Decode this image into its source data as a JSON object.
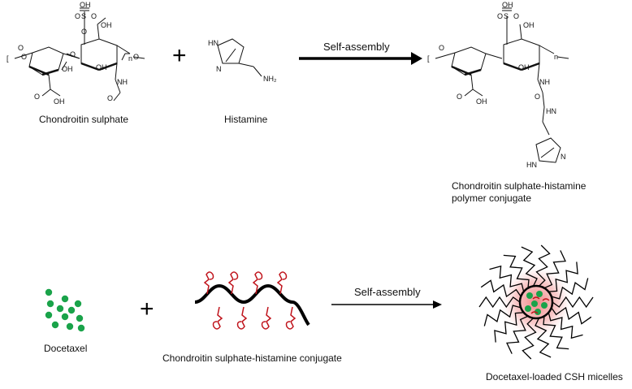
{
  "reaction1": {
    "reactant1_label": "Chondroitin sulphate",
    "reactant2_label": "Histamine",
    "arrow_label": "Self-assembly",
    "product_label": "Chondroitin sulphate-histamine polymer conjugate"
  },
  "reaction2": {
    "reactant1_label": "Docetaxel",
    "reactant2_label": "Chondroitin sulphate-histamine conjugate",
    "arrow_label": "Self-assembly",
    "product_label": "Docetaxel-loaded CSH micelles"
  },
  "plus_sign": "+",
  "atoms": {
    "oh": "OH",
    "o": "O",
    "s": "S",
    "nh": "NH",
    "hn": "HN",
    "n": "N",
    "nh2": "NH₂",
    "h": "H",
    "bracket": "[",
    "n_sub": "n"
  },
  "colors": {
    "drug": "#1aa34a",
    "conjugate": "#c0141c",
    "backbone": "#000000",
    "micelle_glow": "#f08080"
  }
}
